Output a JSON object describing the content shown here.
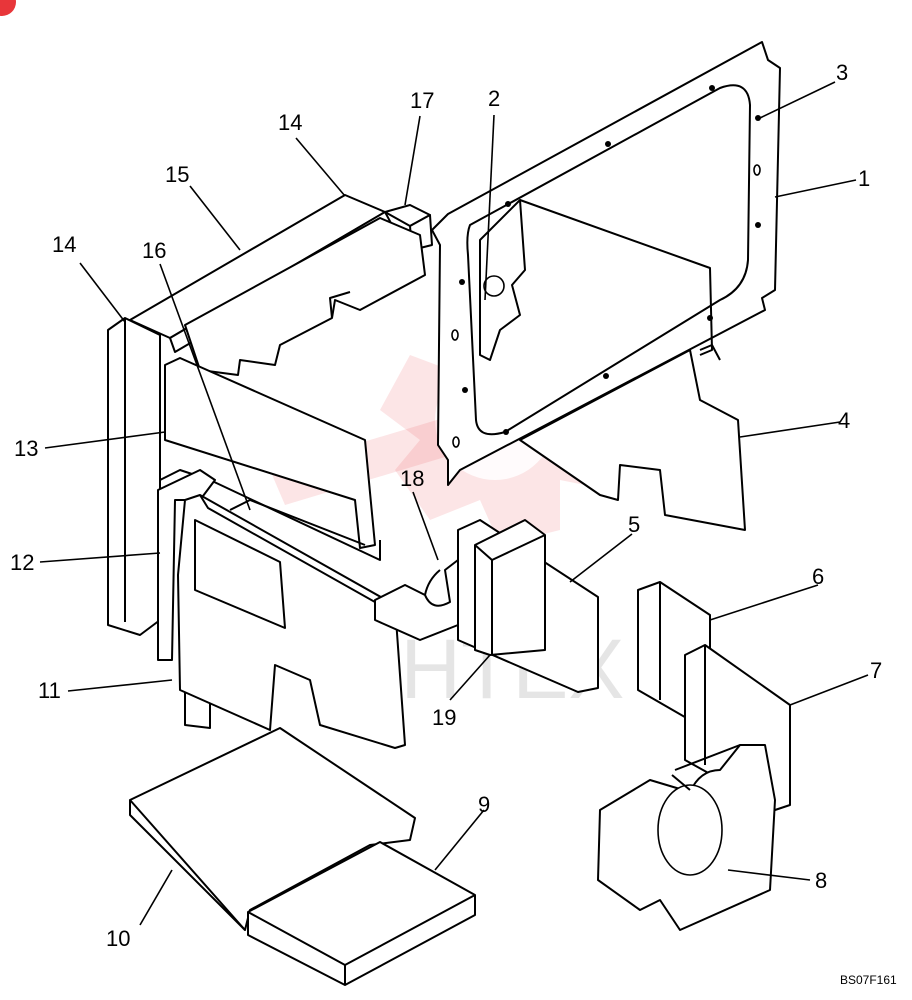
{
  "drawing": {
    "code": "BS07F161",
    "watermark": "ИНТЕХ",
    "accent_color": "#e8363a"
  },
  "callouts": [
    {
      "id": "1",
      "label": "1"
    },
    {
      "id": "2",
      "label": "2"
    },
    {
      "id": "3",
      "label": "3"
    },
    {
      "id": "4",
      "label": "4"
    },
    {
      "id": "5",
      "label": "5"
    },
    {
      "id": "6",
      "label": "6"
    },
    {
      "id": "7",
      "label": "7"
    },
    {
      "id": "8",
      "label": "8"
    },
    {
      "id": "9",
      "label": "9"
    },
    {
      "id": "10",
      "label": "10"
    },
    {
      "id": "11",
      "label": "11"
    },
    {
      "id": "12",
      "label": "12"
    },
    {
      "id": "13",
      "label": "13"
    },
    {
      "id": "14a",
      "label": "14"
    },
    {
      "id": "14b",
      "label": "14"
    },
    {
      "id": "15",
      "label": "15"
    },
    {
      "id": "16",
      "label": "16"
    },
    {
      "id": "17",
      "label": "17"
    },
    {
      "id": "18",
      "label": "18"
    },
    {
      "id": "19",
      "label": "19"
    }
  ]
}
